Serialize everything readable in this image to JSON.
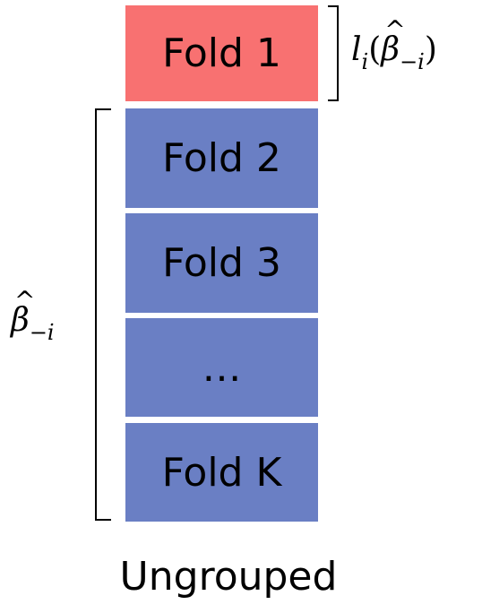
{
  "folds": [
    {
      "label": "Fold 1",
      "color": "#f87171"
    },
    {
      "label": "Fold 2",
      "color": "#6a7fc4"
    },
    {
      "label": "Fold 3",
      "color": "#6a7fc4"
    },
    {
      "label": "…",
      "color": "#6a7fc4"
    },
    {
      "label": "Fold K",
      "color": "#6a7fc4"
    }
  ],
  "annotations": {
    "right_label": {
      "base": "l",
      "sub": "i",
      "open": "(",
      "beta": "β",
      "beta_sub": "−i",
      "close": ")"
    },
    "left_label": {
      "beta": "β",
      "beta_sub": "−i"
    }
  },
  "caption": "Ungrouped"
}
